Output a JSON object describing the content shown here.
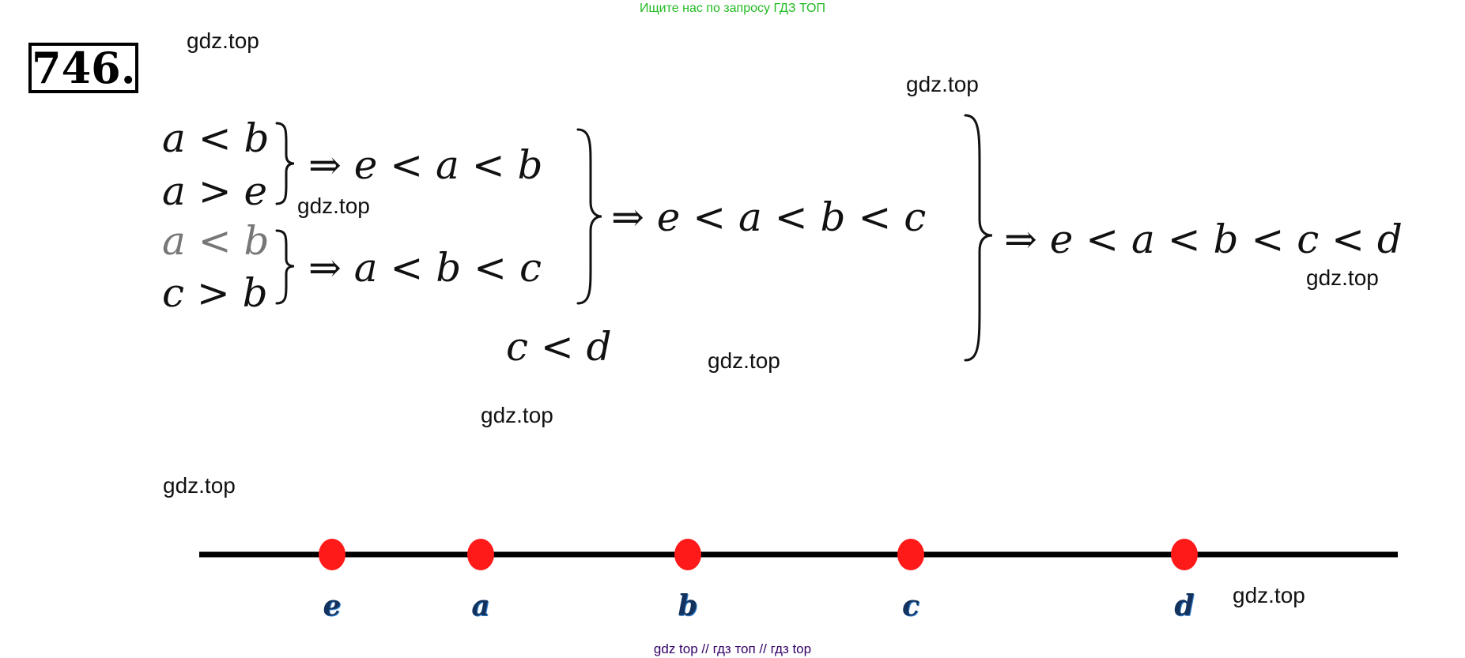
{
  "banner": "Ищите нас по запросу ГДЗ ТОП",
  "problem_number": "746.",
  "watermark": "gdz.top",
  "math": {
    "line1": "a < b",
    "line2": "a > e",
    "line3": "a < b",
    "line4": "c > b",
    "result1": "⇒ e < a < b",
    "result2": "⇒ a < b < c",
    "middle": "⇒ e < a < b < c",
    "extra": "c < d",
    "final": "⇒ e < a < b < c < d"
  },
  "number_line": {
    "points": [
      {
        "label": "e",
        "value": 1
      },
      {
        "label": "a",
        "value": 2
      },
      {
        "label": "b",
        "value": 3
      },
      {
        "label": "c",
        "value": 4
      },
      {
        "label": "d",
        "value": 5
      }
    ],
    "point_color": "#ff1a1a",
    "line_color": "#000000",
    "label_color": "#13335e"
  },
  "footer": "gdz top  //  гдз топ  //  гдз top"
}
